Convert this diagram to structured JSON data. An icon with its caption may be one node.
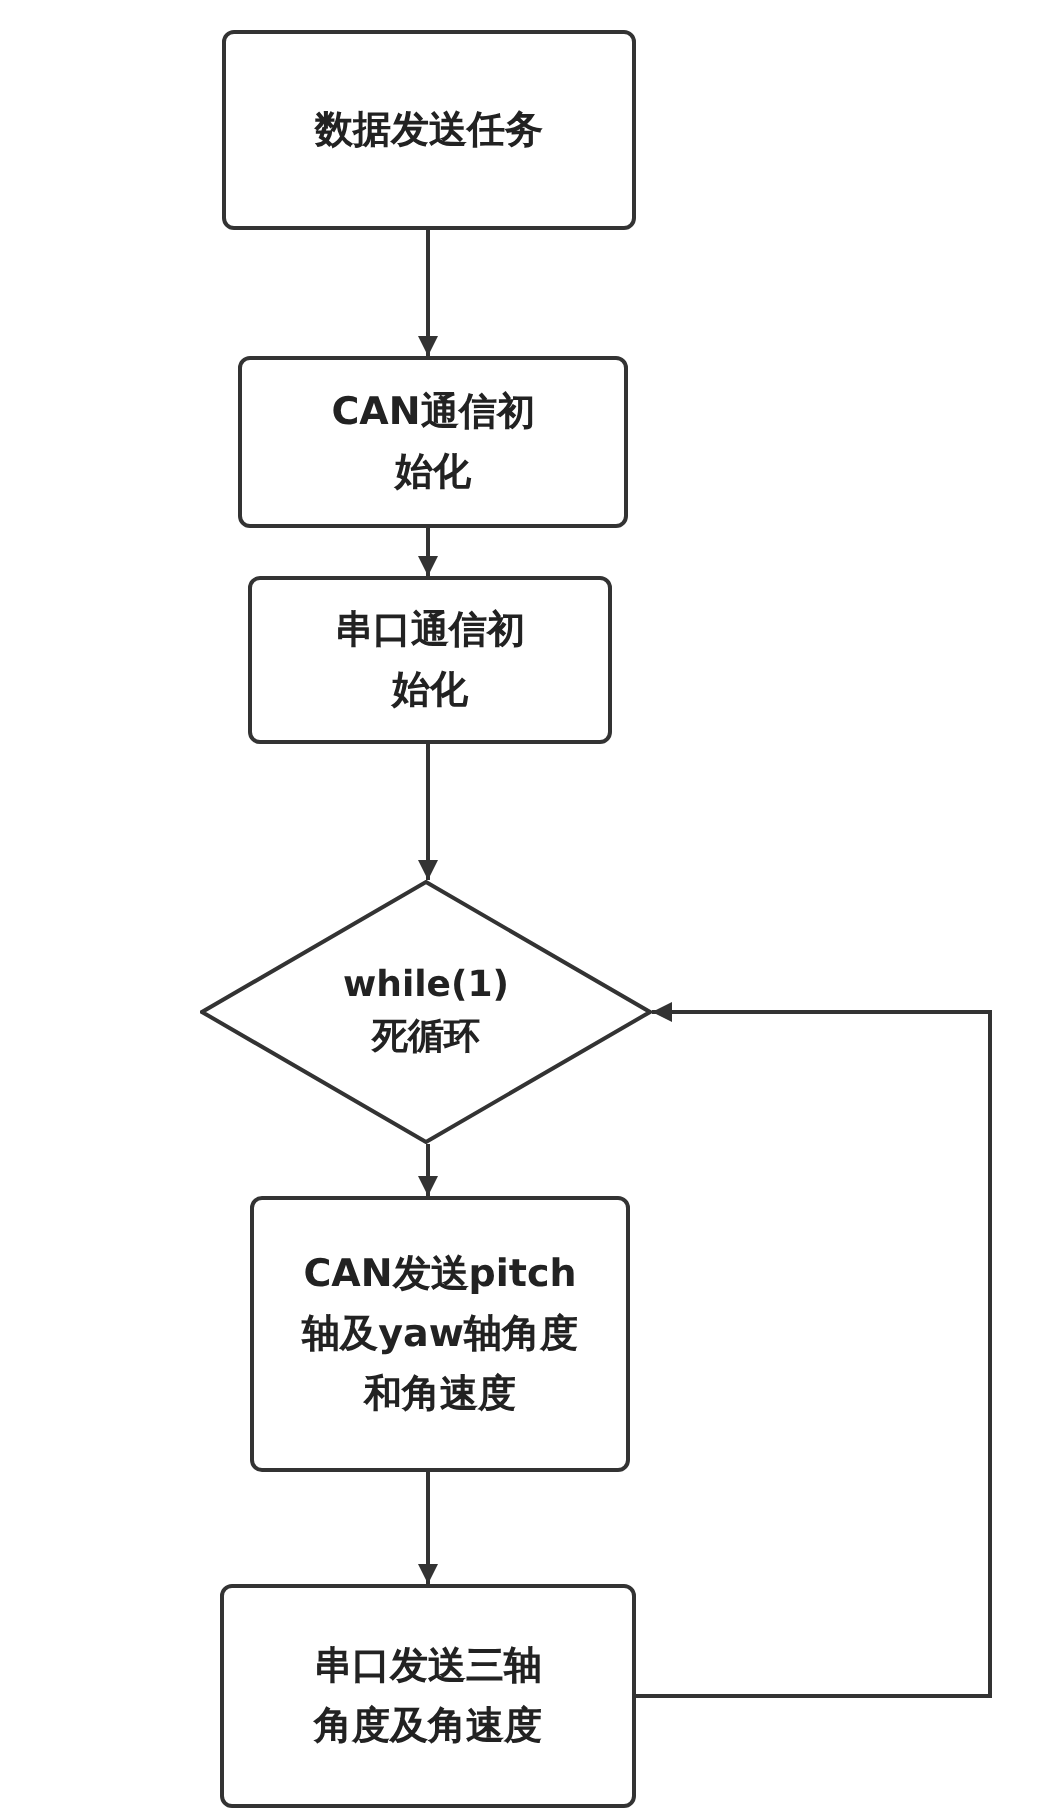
{
  "diagram": {
    "nodes": [
      {
        "text": [
          "数据发送任务"
        ]
      },
      {
        "text": [
          "CAN通信初始化"
        ]
      },
      {
        "text": [
          "串口通信初始化"
        ]
      },
      {
        "text": [
          "while(1) 死循环"
        ]
      },
      {
        "text": [
          "CAN发送pitch轴及yaw轴角度和角速度"
        ]
      },
      {
        "text": [
          "串口发送三轴角度及角速度"
        ]
      }
    ],
    "edges": [
      {
        "from": 0,
        "to": 1,
        "arrow": "to"
      },
      {
        "from": 1,
        "to": 2,
        "arrow": "to"
      },
      {
        "from": 2,
        "to": 3,
        "arrow": "to"
      },
      {
        "from": 3,
        "to": 4,
        "arrow": "to"
      },
      {
        "from": 4,
        "to": 5,
        "arrow": "to"
      },
      {
        "from": 5,
        "to": 3,
        "arrow": "to"
      }
    ]
  }
}
